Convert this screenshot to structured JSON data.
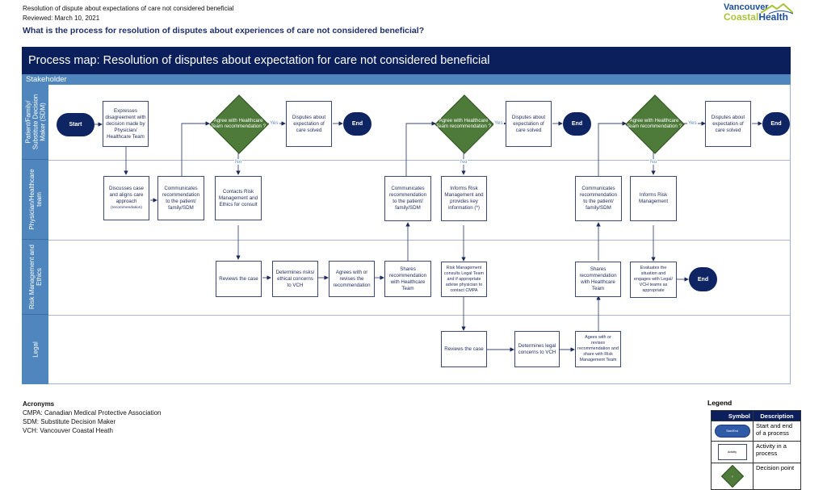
{
  "header": {
    "doc_title": "Resolution of dispute about expectations of care not considered beneficial",
    "reviewed": "Reviewed: March 10, 2021",
    "question": "What is the process for resolution of disputes about experiences of care not considered beneficial?"
  },
  "logo": {
    "line1": "Vancouver",
    "line2a": "Coastal",
    "line2b": "Health",
    "colors": {
      "blue": "#1b4e9b",
      "green": "#a8c43a"
    }
  },
  "map": {
    "title": "Process map: Resolution of disputes about expectation for care not considered beneficial",
    "stakeholder_label": "Stakeholder",
    "colors": {
      "title_bg": "#0b1f5c",
      "lane_bg": "#4e86bd",
      "decision": "#4e7a3a",
      "terminator": "#0f2563"
    },
    "lanes": [
      {
        "label": "Patient/Family/ Substitute Decision Maker (SDM)"
      },
      {
        "label": "Physician/Healthcare team"
      },
      {
        "label": "Risk Management and Ethics"
      },
      {
        "label": "Legal"
      }
    ],
    "nodes": {
      "start": "Start",
      "expresses": "Expresses disagreement with decision made by Physician/ Healthcare Team",
      "decision1": "Agree with Healthcare Team recommendation ?",
      "solved1": "Disputes about expectation of care solved",
      "end1": "End",
      "discusses": "Discusses case and aligns care approach",
      "discusses_sub": "(recommendation)",
      "communicates1": "Communicates recommendation to the patient/ family/SDM",
      "contacts": "Contacts Risk Management and Ethics for consult",
      "reviews1": "Reviews the case",
      "determines_risks": "Determines risks/ ethical concerns to VCH",
      "agrees_revises": "Agrees with or revises the recommendation",
      "shares1": "Shares recommendation with Healthcare Team",
      "communicates2": "Communicates recommendation to the patient/ family/SDM",
      "decision2": "Agree with Healthcare Team recommendation ?",
      "solved2": "Disputes about expectation of care solved",
      "end2": "End",
      "informs1": "Informs Risk Management and provides key information (*)",
      "rm_consults": "Risk Management consults Legal Team and if appropriate advise physician to contact CMPA",
      "reviews2": "Reviews the case",
      "determines_legal": "Determines legal concerns to VCH",
      "ageeswith": "Agees with or revises recommendation and share with Risk Management Team",
      "shares2": "Shares recommendation with Healthcare Team",
      "communicates3": "Communicates recommendation to the patient/ family/SDM",
      "decision3": "Agree with Healthcare Team recommendation ?",
      "solved3": "Disputes about expectation of care solved",
      "end3": "End",
      "informs2": "Informs Risk Management",
      "evaluates": "Evaluates the situation and engages with Legal/ VCH teams as appropriate",
      "end4": "End"
    },
    "flow_labels": {
      "yes": "Yes",
      "no": "No"
    }
  },
  "acronyms": {
    "title": "Acronyms",
    "items": [
      "CMPA: Canadian Medical Protective Association",
      "SDM: Substitute Decision Maker",
      "VCH: Vancouver Coastal Heath"
    ]
  },
  "legend": {
    "title": "Legend",
    "col_symbol": "Symbol",
    "col_description": "Description",
    "rows": [
      {
        "symbol_text": "Start/End",
        "description": "Start and end of a process"
      },
      {
        "symbol_text": "Activity",
        "description": "Activity in a process"
      },
      {
        "symbol_text": "?",
        "description": "Decision point"
      }
    ]
  }
}
